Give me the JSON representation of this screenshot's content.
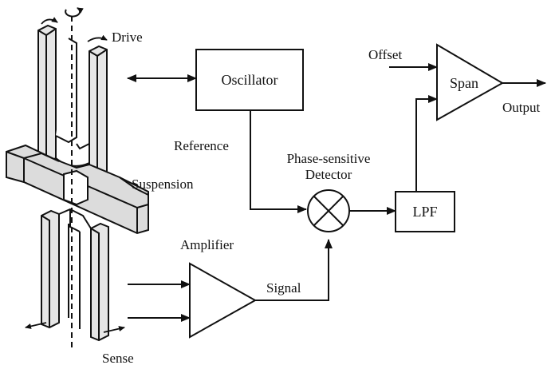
{
  "labels": {
    "drive": "Drive",
    "suspension": "Suspension",
    "sense": "Sense",
    "oscillator": "Oscillator",
    "reference": "Reference",
    "phase_line1": "Phase-sensitive",
    "phase_line2": "Detector",
    "amplifier": "Amplifier",
    "signal": "Signal",
    "lpf": "LPF",
    "offset": "Offset",
    "span": "Span",
    "output": "Output"
  },
  "colors": {
    "stroke": "#111111",
    "fill": "#ffffff",
    "structure_shade": "#dcdcdc"
  }
}
